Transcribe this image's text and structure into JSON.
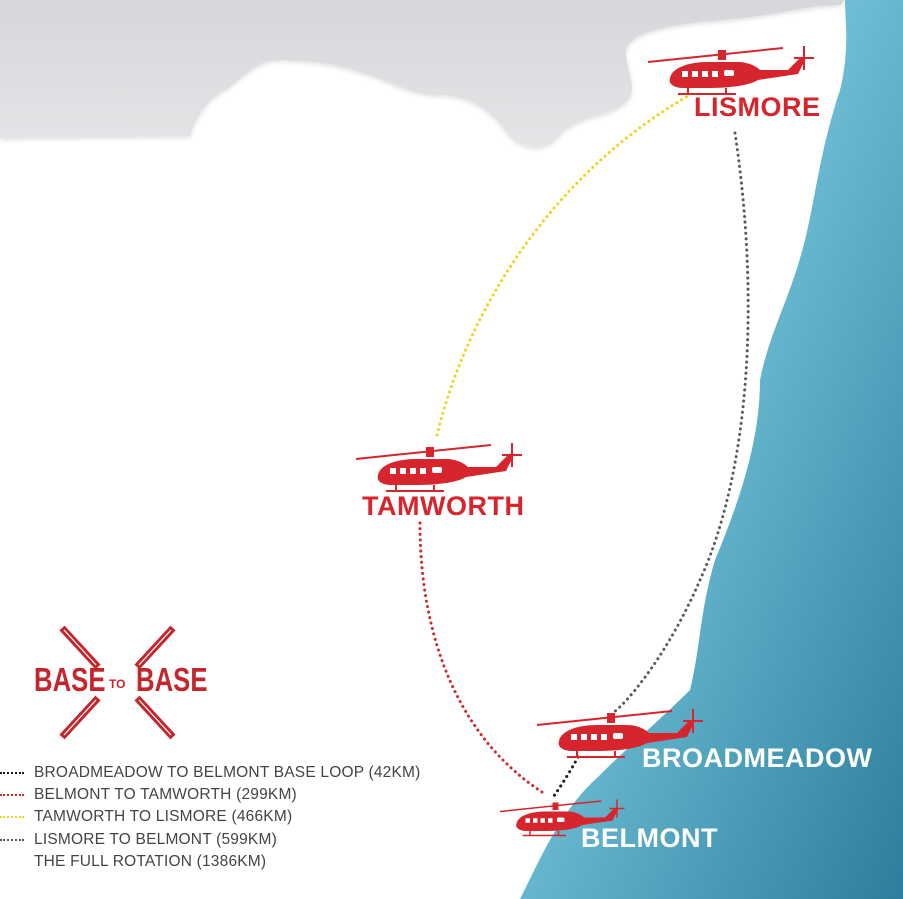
{
  "colors": {
    "land_grey": "#dfe0e2",
    "ocean": "#5fb3cc",
    "brand_red": "#d6252c",
    "label_white": "#ffffff",
    "route_black": "#1a1a1a",
    "route_red": "#cc2b2b",
    "route_yellow": "#f2d21e",
    "route_grey": "#5a5a5a",
    "legend_text": "#444444"
  },
  "bases": [
    {
      "id": "lismore",
      "name": "LISMORE",
      "color": "#d6252c"
    },
    {
      "id": "tamworth",
      "name": "TAMWORTH",
      "color": "#d6252c"
    },
    {
      "id": "broadmeadow",
      "name": "BROADMEADOW",
      "color": "#ffffff"
    },
    {
      "id": "belmont",
      "name": "BELMONT",
      "color": "#ffffff"
    }
  ],
  "logo": {
    "word_left": "BASE",
    "word_mid": "TO",
    "word_right": "BASE",
    "icon": "crossed-rotor-blades-icon"
  },
  "legend": [
    {
      "label": "BROADMEADOW TO BELMONT BASE LOOP (42KM)",
      "color": "#1a1a1a",
      "route": "broadmeadow-belmont"
    },
    {
      "label": "BELMONT TO TAMWORTH (299KM)",
      "color": "#cc2b2b",
      "route": "belmont-tamworth"
    },
    {
      "label": "TAMWORTH TO LISMORE (466KM)",
      "color": "#f2d21e",
      "route": "tamworth-lismore"
    },
    {
      "label": "LISMORE TO BELMONT (599KM)",
      "color": "#5a5a5a",
      "route": "lismore-belmont"
    },
    {
      "label": "THE FULL ROTATION  (1386KM)",
      "color": "",
      "route": "full-rotation"
    }
  ]
}
